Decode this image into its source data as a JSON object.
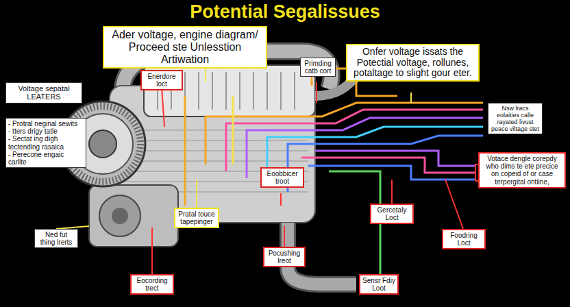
{
  "diagram": {
    "title": "Potential Segalissues",
    "nodes": [
      {
        "text": [
          "Ader voltage, engine diagram/ Proceed ste Unlesstion Artiwation"
        ]
      },
      {
        "text": [
          "Primding catb cort"
        ]
      },
      {
        "text": [
          "Onfer voltage issats the Potectial voltage, rollunes, potaltage to slight gour eter."
        ]
      },
      {
        "text": [
          "Voltage sepatal LEATERS"
        ]
      },
      {
        "text": [
          "Enerdore loct"
        ]
      },
      {
        "text": [
          "- Protral neginal sewits",
          "- tters drigy tatle",
          "- Sectat ing digh tectending rasaica",
          "- Perecone engaic carlite"
        ]
      },
      {
        "text": [
          "Nsw lracs eolaities calle rayated livust peace viltage stet"
        ]
      },
      {
        "text": [
          "Votace dengle corepdy who dims te ete precice on copeid of or case terpergital ontiine,"
        ]
      },
      {
        "text": [
          "Eoobbicer troot"
        ]
      },
      {
        "text": [
          "Gercetaly Loct"
        ]
      },
      {
        "text": [
          "Pratal touce tapepinger"
        ]
      },
      {
        "text": [
          "Foodring Loct"
        ]
      },
      {
        "text": [
          "Ned fut thing lrerts"
        ]
      },
      {
        "text": [
          "Pocushing lreot"
        ]
      },
      {
        "text": [
          "Eocording trect"
        ]
      },
      {
        "text": [
          "Sensr Fdiy Loot"
        ]
      }
    ]
  }
}
